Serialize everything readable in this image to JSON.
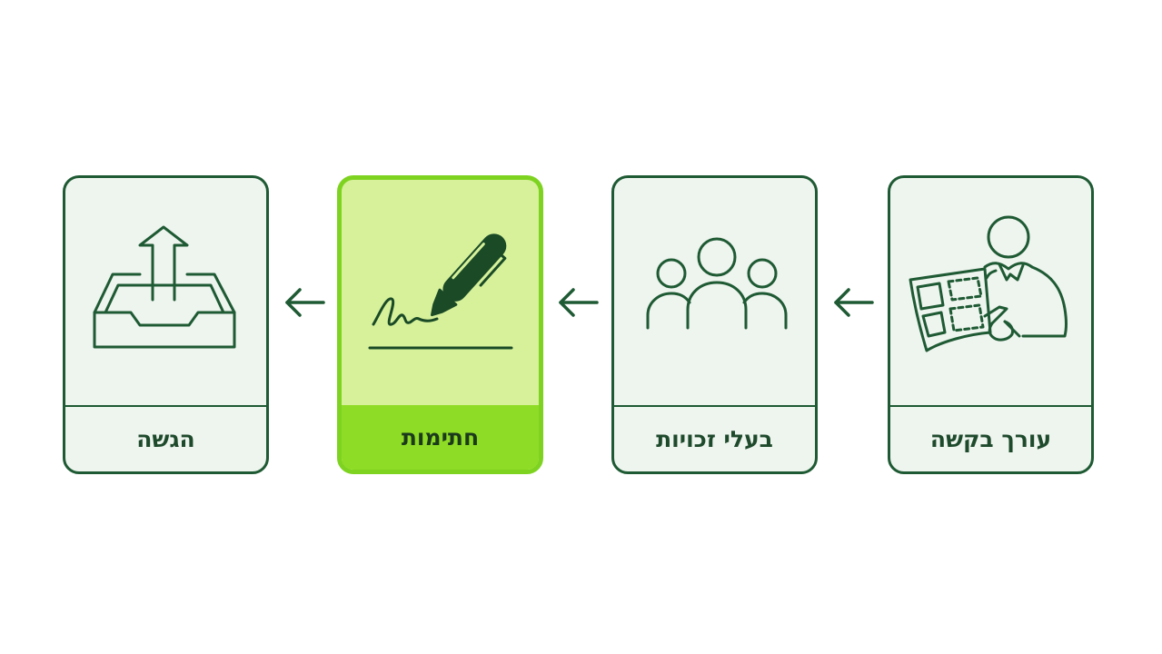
{
  "steps": [
    {
      "label": "עורך בקשה",
      "icon": "person-reading-document-icon"
    },
    {
      "label": "בעלי זכויות",
      "icon": "group-of-people-icon"
    },
    {
      "label": "חתימות",
      "icon": "pen-signature-icon",
      "active": true
    },
    {
      "label": "הגשה",
      "icon": "inbox-upload-icon"
    }
  ],
  "flow_direction": "right-to-left",
  "colors": {
    "stroke": "#1e5a33",
    "card_bg": "#eef4ee",
    "active_bg": "#d6f19a",
    "active_border": "#7ed321",
    "active_label_bg": "#8edc25",
    "text": "#1e4a2c"
  }
}
